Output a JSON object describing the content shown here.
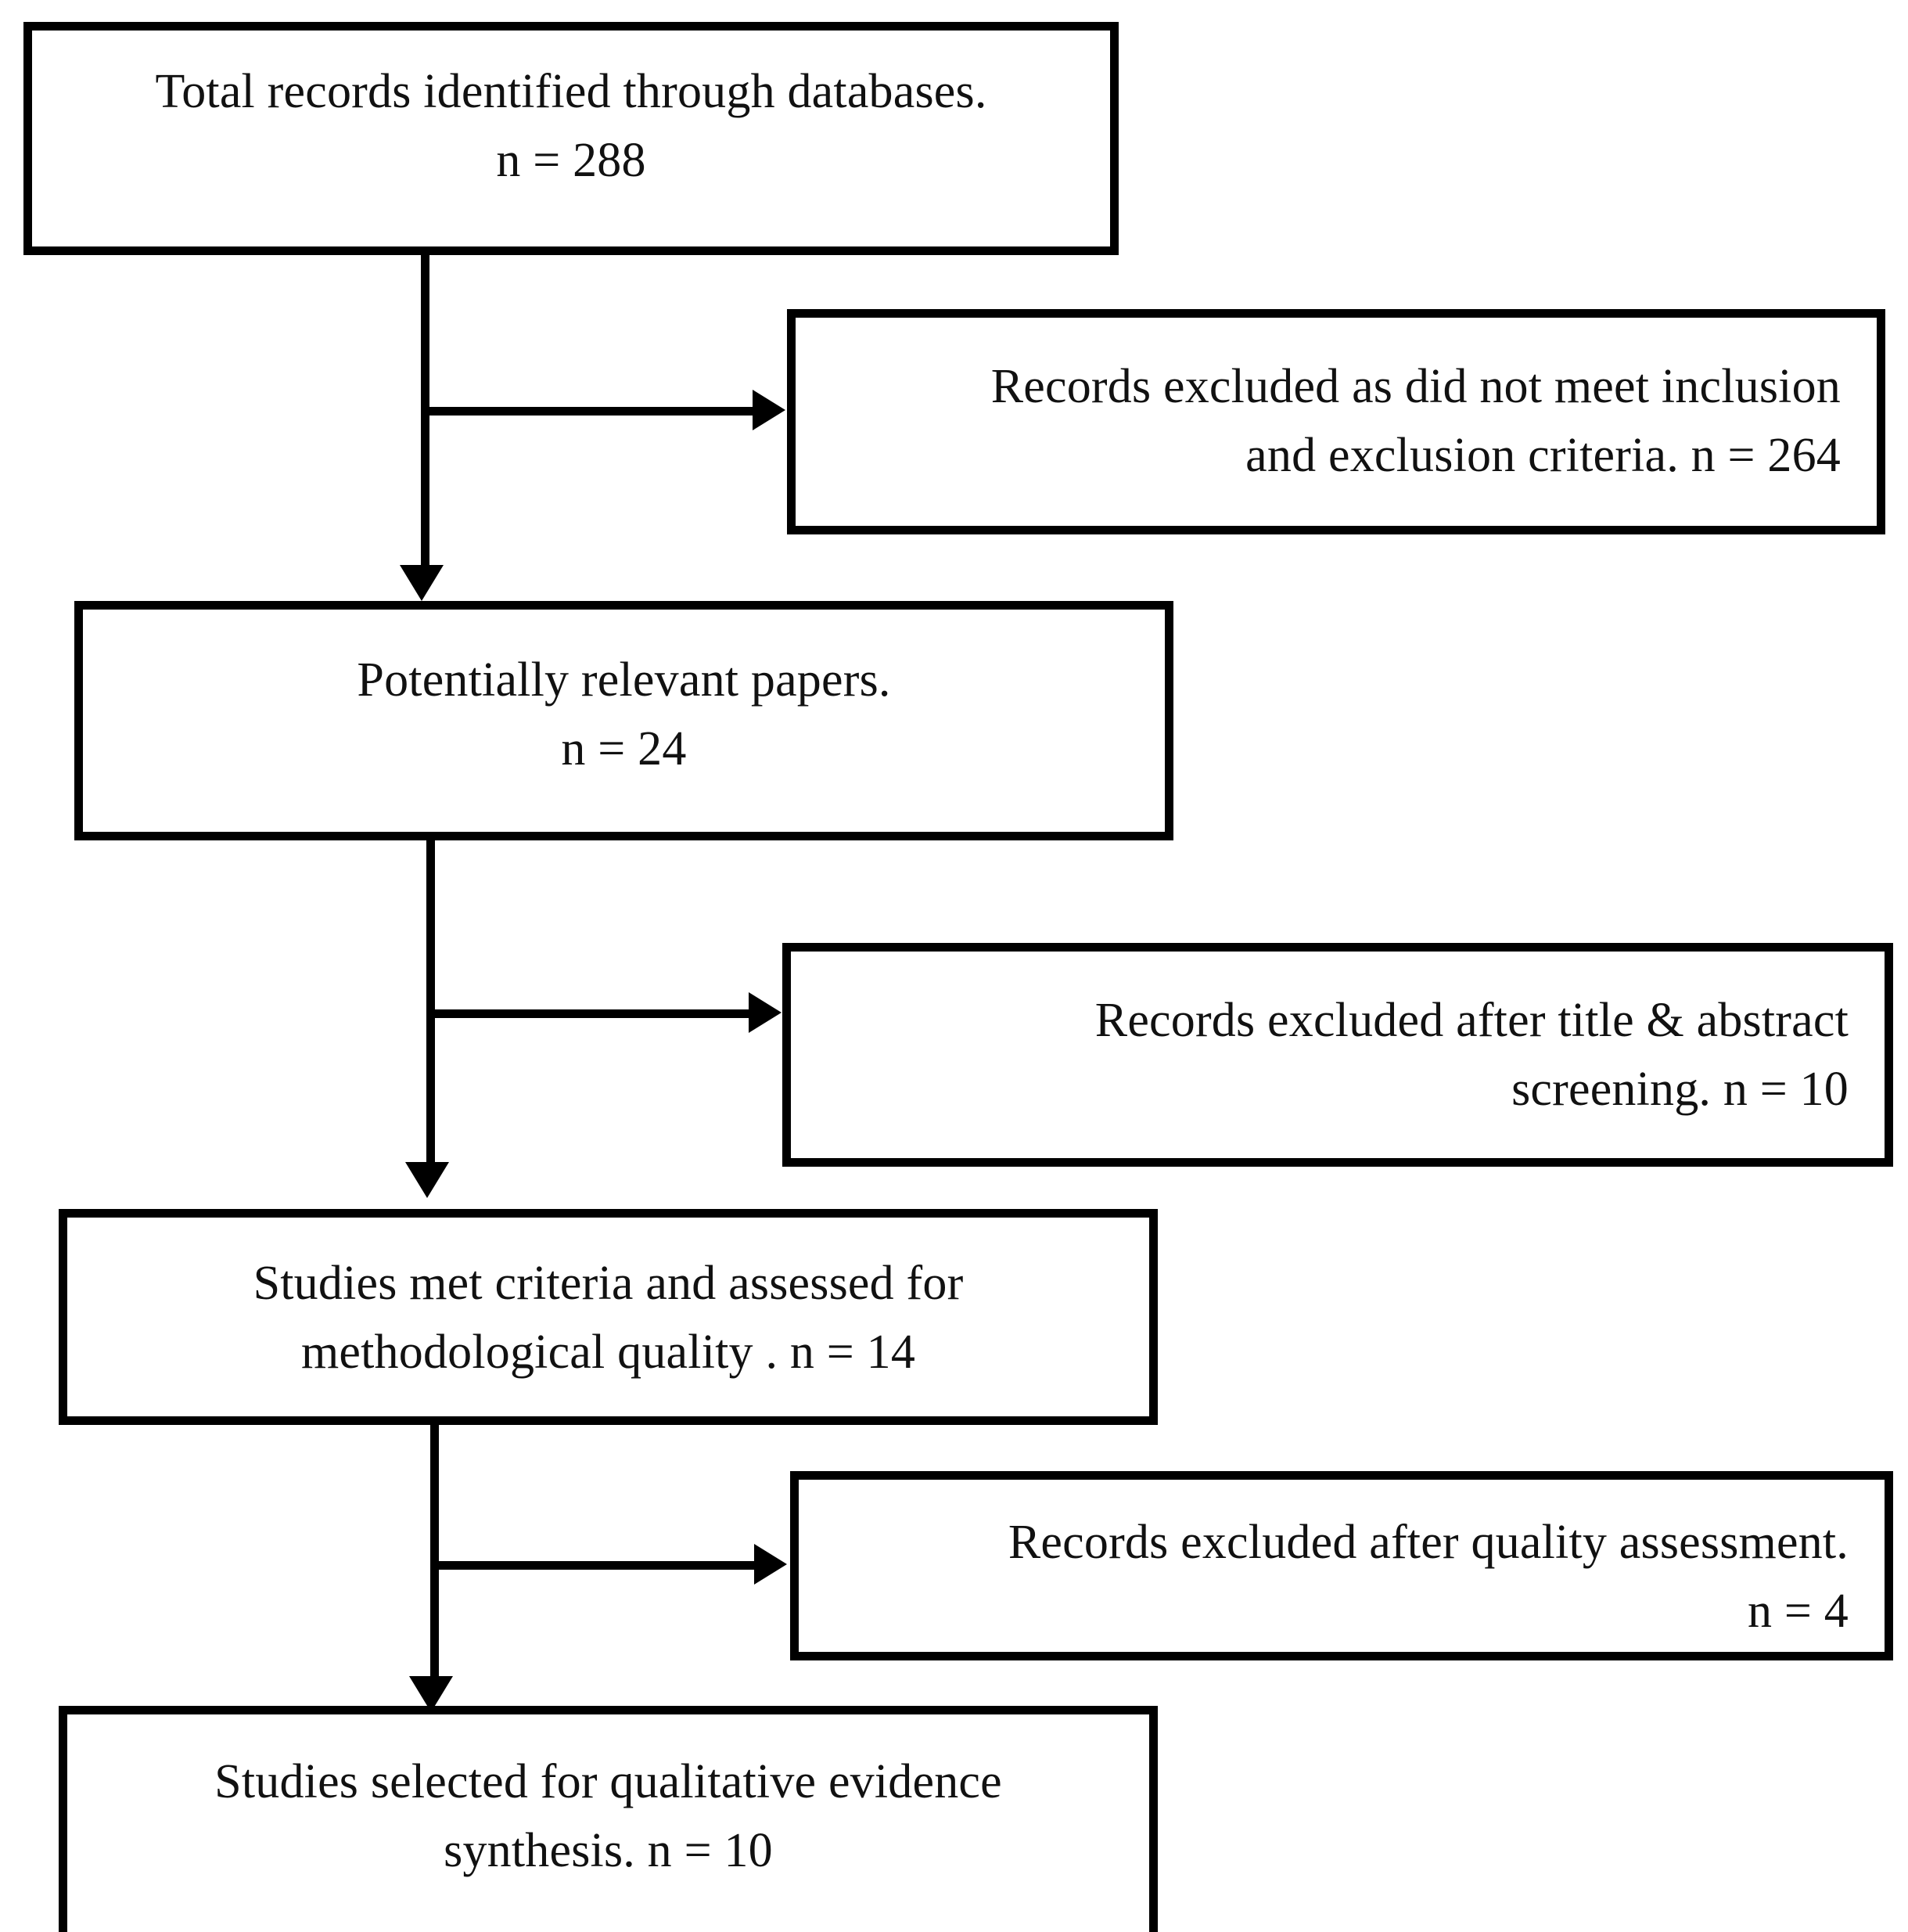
{
  "figure": {
    "title": "PRISMA study selection flow diagram",
    "accent_color": "#000000",
    "background_color": "#ffffff"
  },
  "nodes": [
    {
      "id": "identified",
      "name": "total-records-identified",
      "align": "center",
      "line1": "Total records identified through databases.",
      "line2": "n = 288",
      "count": 288
    },
    {
      "id": "excluded-1",
      "name": "records-excluded-inclusion-criteria",
      "align": "right",
      "line1": "Records excluded as did not meet inclusion",
      "line2": "and exclusion criteria. n = 264",
      "count": 264
    },
    {
      "id": "relevant",
      "name": "potentially-relevant-papers",
      "align": "center",
      "line1": "Potentially relevant papers.",
      "line2": "n = 24",
      "count": 24
    },
    {
      "id": "excluded-2",
      "name": "records-excluded-title-abstract",
      "align": "right",
      "line1": "Records excluded after title & abstract",
      "line2": "screening. n = 10",
      "count": 10
    },
    {
      "id": "assessed",
      "name": "studies-assessed-methodological-quality",
      "align": "center",
      "line1": "Studies met criteria and assessed for",
      "line2": "methodological quality . n = 14",
      "count": 14
    },
    {
      "id": "excluded-3",
      "name": "records-excluded-quality-assessment",
      "align": "right",
      "line1": "Records excluded after quality assessment.",
      "line2": "n = 4",
      "count": 4
    },
    {
      "id": "synthesis",
      "name": "studies-selected-qualitative-synthesis",
      "align": "center",
      "line1": "Studies selected for qualitative evidence",
      "line2": "synthesis. n = 10",
      "count": 10
    }
  ],
  "connectors": [
    {
      "name": "identified-to-relevant",
      "from": "identified",
      "to": "relevant",
      "direction": "down"
    },
    {
      "name": "identified-to-excluded-1",
      "from": "identified",
      "to": "excluded-1",
      "direction": "right"
    },
    {
      "name": "relevant-to-assessed",
      "from": "relevant",
      "to": "assessed",
      "direction": "down"
    },
    {
      "name": "relevant-to-excluded-2",
      "from": "relevant",
      "to": "excluded-2",
      "direction": "right"
    },
    {
      "name": "assessed-to-synthesis",
      "from": "assessed",
      "to": "synthesis",
      "direction": "down"
    },
    {
      "name": "assessed-to-excluded-3",
      "from": "assessed",
      "to": "excluded-3",
      "direction": "right"
    }
  ]
}
